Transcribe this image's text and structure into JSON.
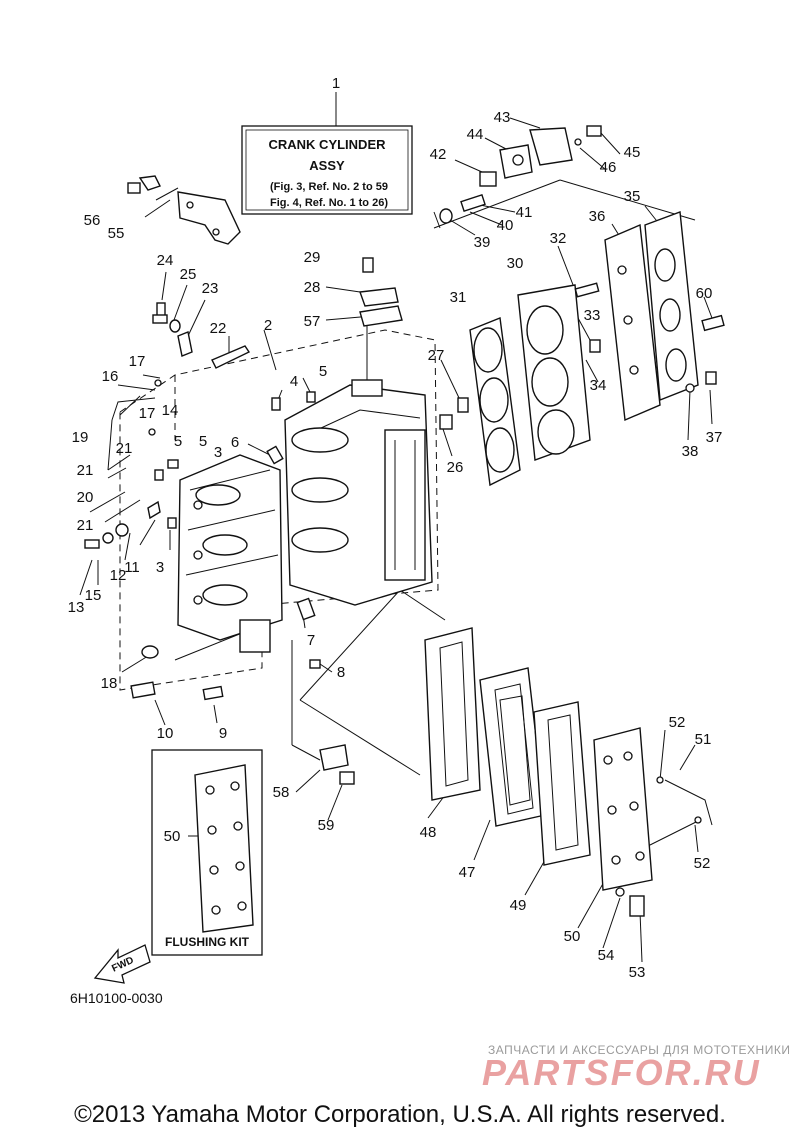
{
  "title_box": {
    "line1": "CRANK CYLINDER",
    "line2": "ASSY",
    "line3": "(Fig. 3, Ref. No. 2 to 59",
    "line4": "Fig. 4, Ref. No. 1 to 26)"
  },
  "flushing_kit_label": "FLUSHING KIT",
  "fwd_label": "FWD",
  "drawing_code": "6H10100-0030",
  "watermark": {
    "caption": "ЗАПЧАСТИ И АКСЕССУАРЫ ДЛЯ МОТОТЕХНИКИ",
    "brand": "PARTSFOR.RU"
  },
  "copyright": "©2013 Yamaha Motor Corporation, U.S.A. All rights reserved.",
  "callouts": [
    "1",
    "2",
    "3",
    "3",
    "4",
    "5",
    "5",
    "5",
    "6",
    "7",
    "8",
    "9",
    "10",
    "11",
    "12",
    "13",
    "14",
    "15",
    "16",
    "17",
    "17",
    "18",
    "19",
    "20",
    "21",
    "21",
    "21",
    "22",
    "23",
    "24",
    "25",
    "26",
    "27",
    "28",
    "29",
    "30",
    "31",
    "32",
    "33",
    "34",
    "35",
    "36",
    "37",
    "38",
    "39",
    "40",
    "41",
    "42",
    "43",
    "44",
    "45",
    "46",
    "47",
    "48",
    "49",
    "50",
    "50",
    "51",
    "52",
    "52",
    "53",
    "54",
    "55",
    "56",
    "57",
    "58",
    "59",
    "60"
  ]
}
